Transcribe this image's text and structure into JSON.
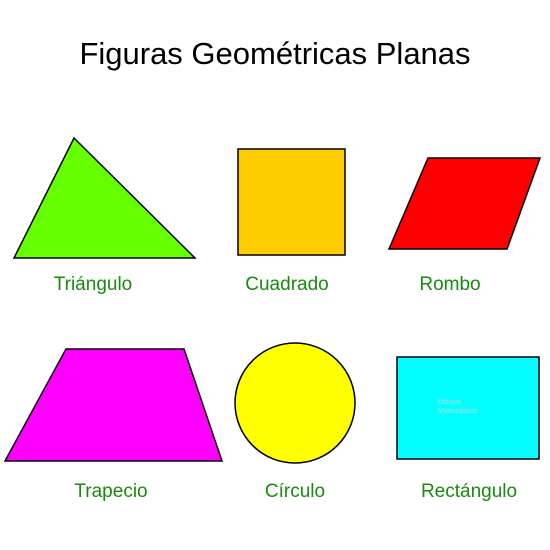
{
  "title": "Figuras Geométricas Planas",
  "label_color": "#1a8a0f",
  "outline_color": "#000000",
  "watermark": {
    "line1": "Dibujos",
    "line2": "Matemáticos"
  },
  "shapes": [
    {
      "id": "triangulo",
      "label": "Triángulo",
      "kind": "triangle",
      "fill": "#66ff00",
      "icon": "triangle-icon"
    },
    {
      "id": "cuadrado",
      "label": "Cuadrado",
      "kind": "square",
      "fill": "#ffcc00",
      "icon": "square-icon"
    },
    {
      "id": "rombo",
      "label": "Rombo",
      "kind": "parallelogram",
      "fill": "#ff0000",
      "icon": "rhombus-icon"
    },
    {
      "id": "trapecio",
      "label": "Trapecio",
      "kind": "trapezoid",
      "fill": "#ff00ff",
      "icon": "trapezoid-icon"
    },
    {
      "id": "circulo",
      "label": "Círculo",
      "kind": "circle",
      "fill": "#ffff00",
      "icon": "circle-icon"
    },
    {
      "id": "rectangulo",
      "label": "Rectángulo",
      "kind": "rectangle",
      "fill": "#00ffff",
      "icon": "rectangle-icon"
    }
  ]
}
